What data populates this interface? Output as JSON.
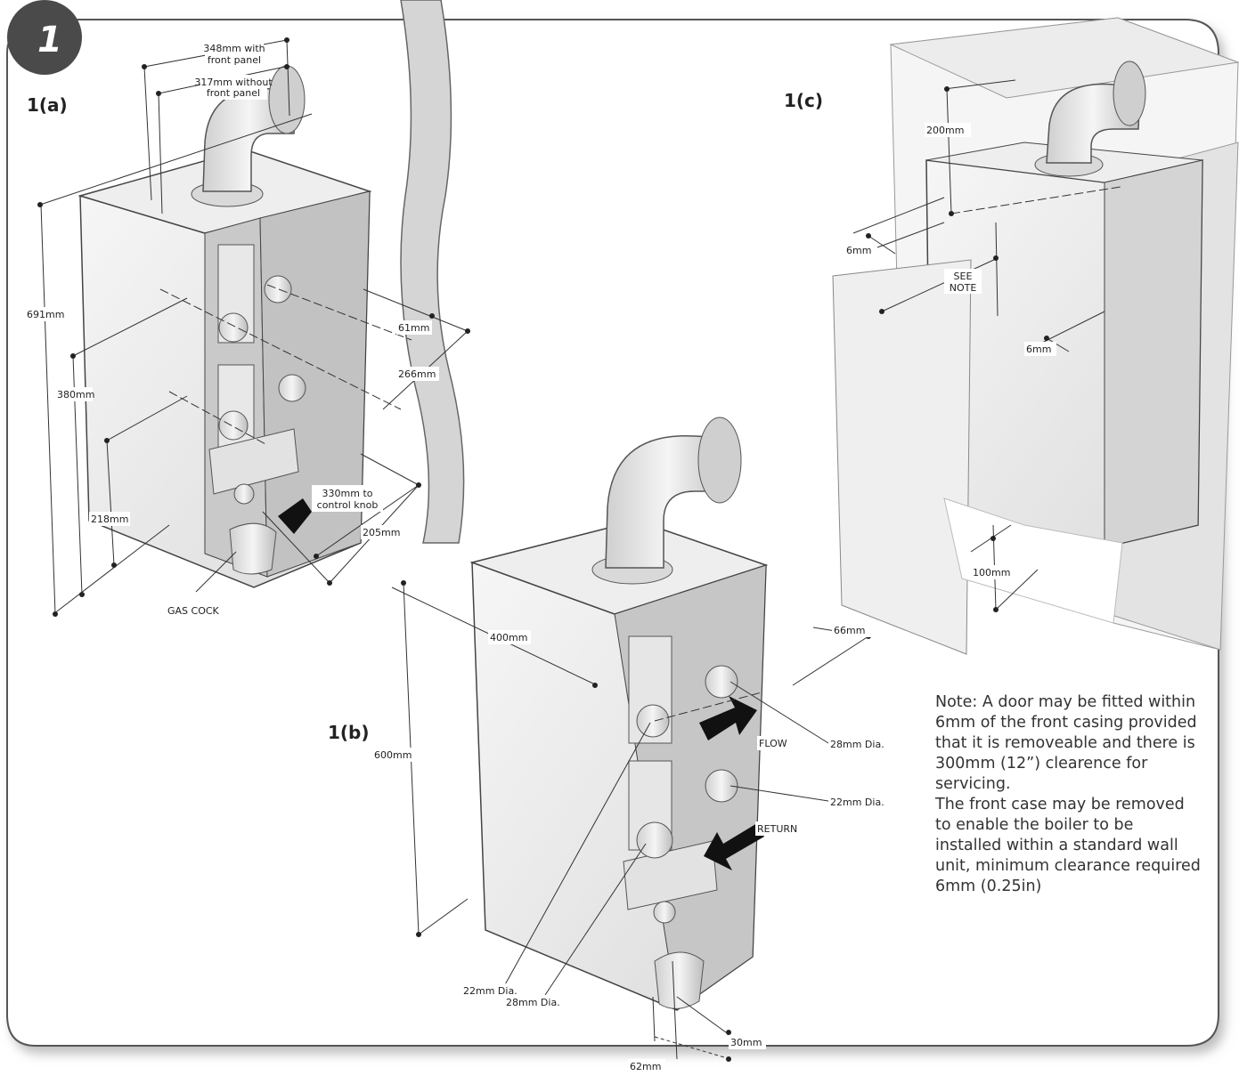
{
  "badge": {
    "number": "1"
  },
  "figures": {
    "a": "1(a)",
    "b": "1(b)",
    "c": "1(c)"
  },
  "labels_a": {
    "width_with_panel": [
      "348mm with",
      "front panel"
    ],
    "width_without_panel": [
      "317mm without",
      "front panel"
    ],
    "height_total": "691mm",
    "height_380": "380mm",
    "height_218": "218mm",
    "dim_61": "61mm",
    "dim_266": "266mm",
    "control_knob": [
      "330mm to",
      "control knob"
    ],
    "dim_205": "205mm",
    "gas_cock": "GAS COCK"
  },
  "labels_b": {
    "depth": "400mm",
    "height": "600mm",
    "dim_66": "66mm",
    "flow_pipe": "28mm Dia.",
    "return_pipe": "22mm Dia.",
    "flow": "FLOW",
    "return": "RETURN",
    "left_upper_pipe": "22mm Dia.",
    "left_lower_pipe": "28mm Dia.",
    "dim_30": "30mm",
    "dim_62": "62mm"
  },
  "labels_c": {
    "top_clearance": "200mm",
    "side_left": "6mm",
    "see_note": [
      "SEE",
      "NOTE"
    ],
    "side_right": "6mm",
    "bottom_clearance": "100mm"
  },
  "note": {
    "para1": "Note: A door may be fitted within 6mm of the front casing provided that it is removeable and there is 300mm (12”) clearence for servicing.",
    "para2": "The front case may be removed to enable the boiler to be installed within a standard wall unit, minimum clearance required 6mm (0.25in)"
  },
  "colors": {
    "panel_shade": "#c9c9c9",
    "line": "#333333",
    "badge": "#4a4a4a"
  }
}
